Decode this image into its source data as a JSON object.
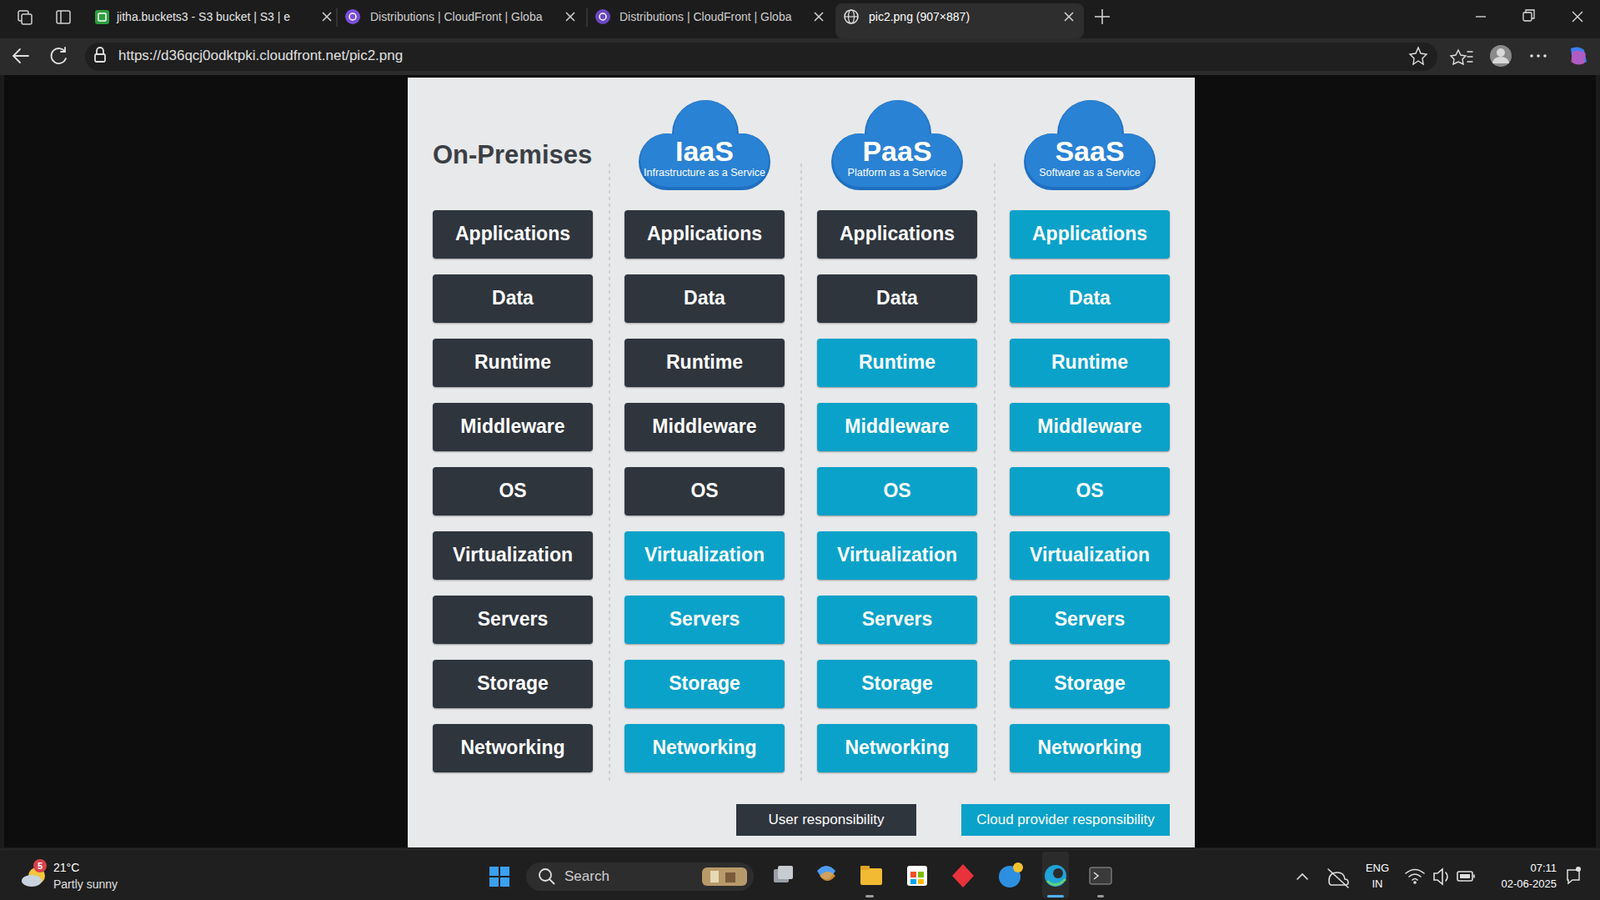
{
  "diagram": {
    "nodes": [
      {
        "text": [
          "IaaS",
          "Infrastructure as a Service"
        ]
      },
      {
        "text": [
          "PaaS",
          "Platform as a Service"
        ]
      },
      {
        "text": [
          "SaaS",
          "Software as a Service"
        ]
      },
      {
        "text": [
          "Applications"
        ]
      },
      {
        "text": [
          "Applications"
        ]
      },
      {
        "text": [
          "Applications"
        ]
      },
      {
        "text": [
          "Applications"
        ]
      },
      {
        "text": [
          "Data"
        ]
      },
      {
        "text": [
          "Data"
        ]
      },
      {
        "text": [
          "Data"
        ]
      },
      {
        "text": [
          "Data"
        ]
      },
      {
        "text": [
          "Runtime"
        ]
      },
      {
        "text": [
          "Runtime"
        ]
      },
      {
        "text": [
          "Runtime"
        ]
      },
      {
        "text": [
          "Runtime"
        ]
      },
      {
        "text": [
          "Middleware"
        ]
      },
      {
        "text": [
          "Middleware"
        ]
      },
      {
        "text": [
          "Middleware"
        ]
      },
      {
        "text": [
          "Middleware"
        ]
      },
      {
        "text": [
          "OS"
        ]
      },
      {
        "text": [
          "OS"
        ]
      },
      {
        "text": [
          "OS"
        ]
      },
      {
        "text": [
          "OS"
        ]
      },
      {
        "text": [
          "Virtualization"
        ]
      },
      {
        "text": [
          "Virtualization"
        ]
      },
      {
        "text": [
          "Virtualization"
        ]
      },
      {
        "text": [
          "Virtualization"
        ]
      },
      {
        "text": [
          "Servers"
        ]
      },
      {
        "text": [
          "Servers"
        ]
      },
      {
        "text": [
          "Servers"
        ]
      },
      {
        "text": [
          "Servers"
        ]
      },
      {
        "text": [
          "Storage"
        ]
      },
      {
        "text": [
          "Storage"
        ]
      },
      {
        "text": [
          "Storage"
        ]
      },
      {
        "text": [
          "Storage"
        ]
      },
      {
        "text": [
          "Networking"
        ]
      },
      {
        "text": [
          "Networking"
        ]
      },
      {
        "text": [
          "Networking"
        ]
      },
      {
        "text": [
          "Networking"
        ]
      }
    ],
    "labels": [
      "jitha.buckets3 - S3 bucket | S3 | e",
      "Distributions | CloudFront | Globa",
      "Distributions | CloudFront | Globa",
      "pic2.png (907×887)",
      "https://d36qcj0odktpki.cloudfront.net/pic2.png",
      "On-Premises",
      "21°C",
      "Partly sunny",
      "5",
      "Search",
      "ENG",
      "IN",
      "07:11",
      "02-06-2025"
    ],
    "legend": [
      {
        "text": "User responsibility",
        "color": "#2f353d"
      },
      {
        "text": "Cloud provider responsibility",
        "color": "#0ba2c9"
      }
    ]
  }
}
